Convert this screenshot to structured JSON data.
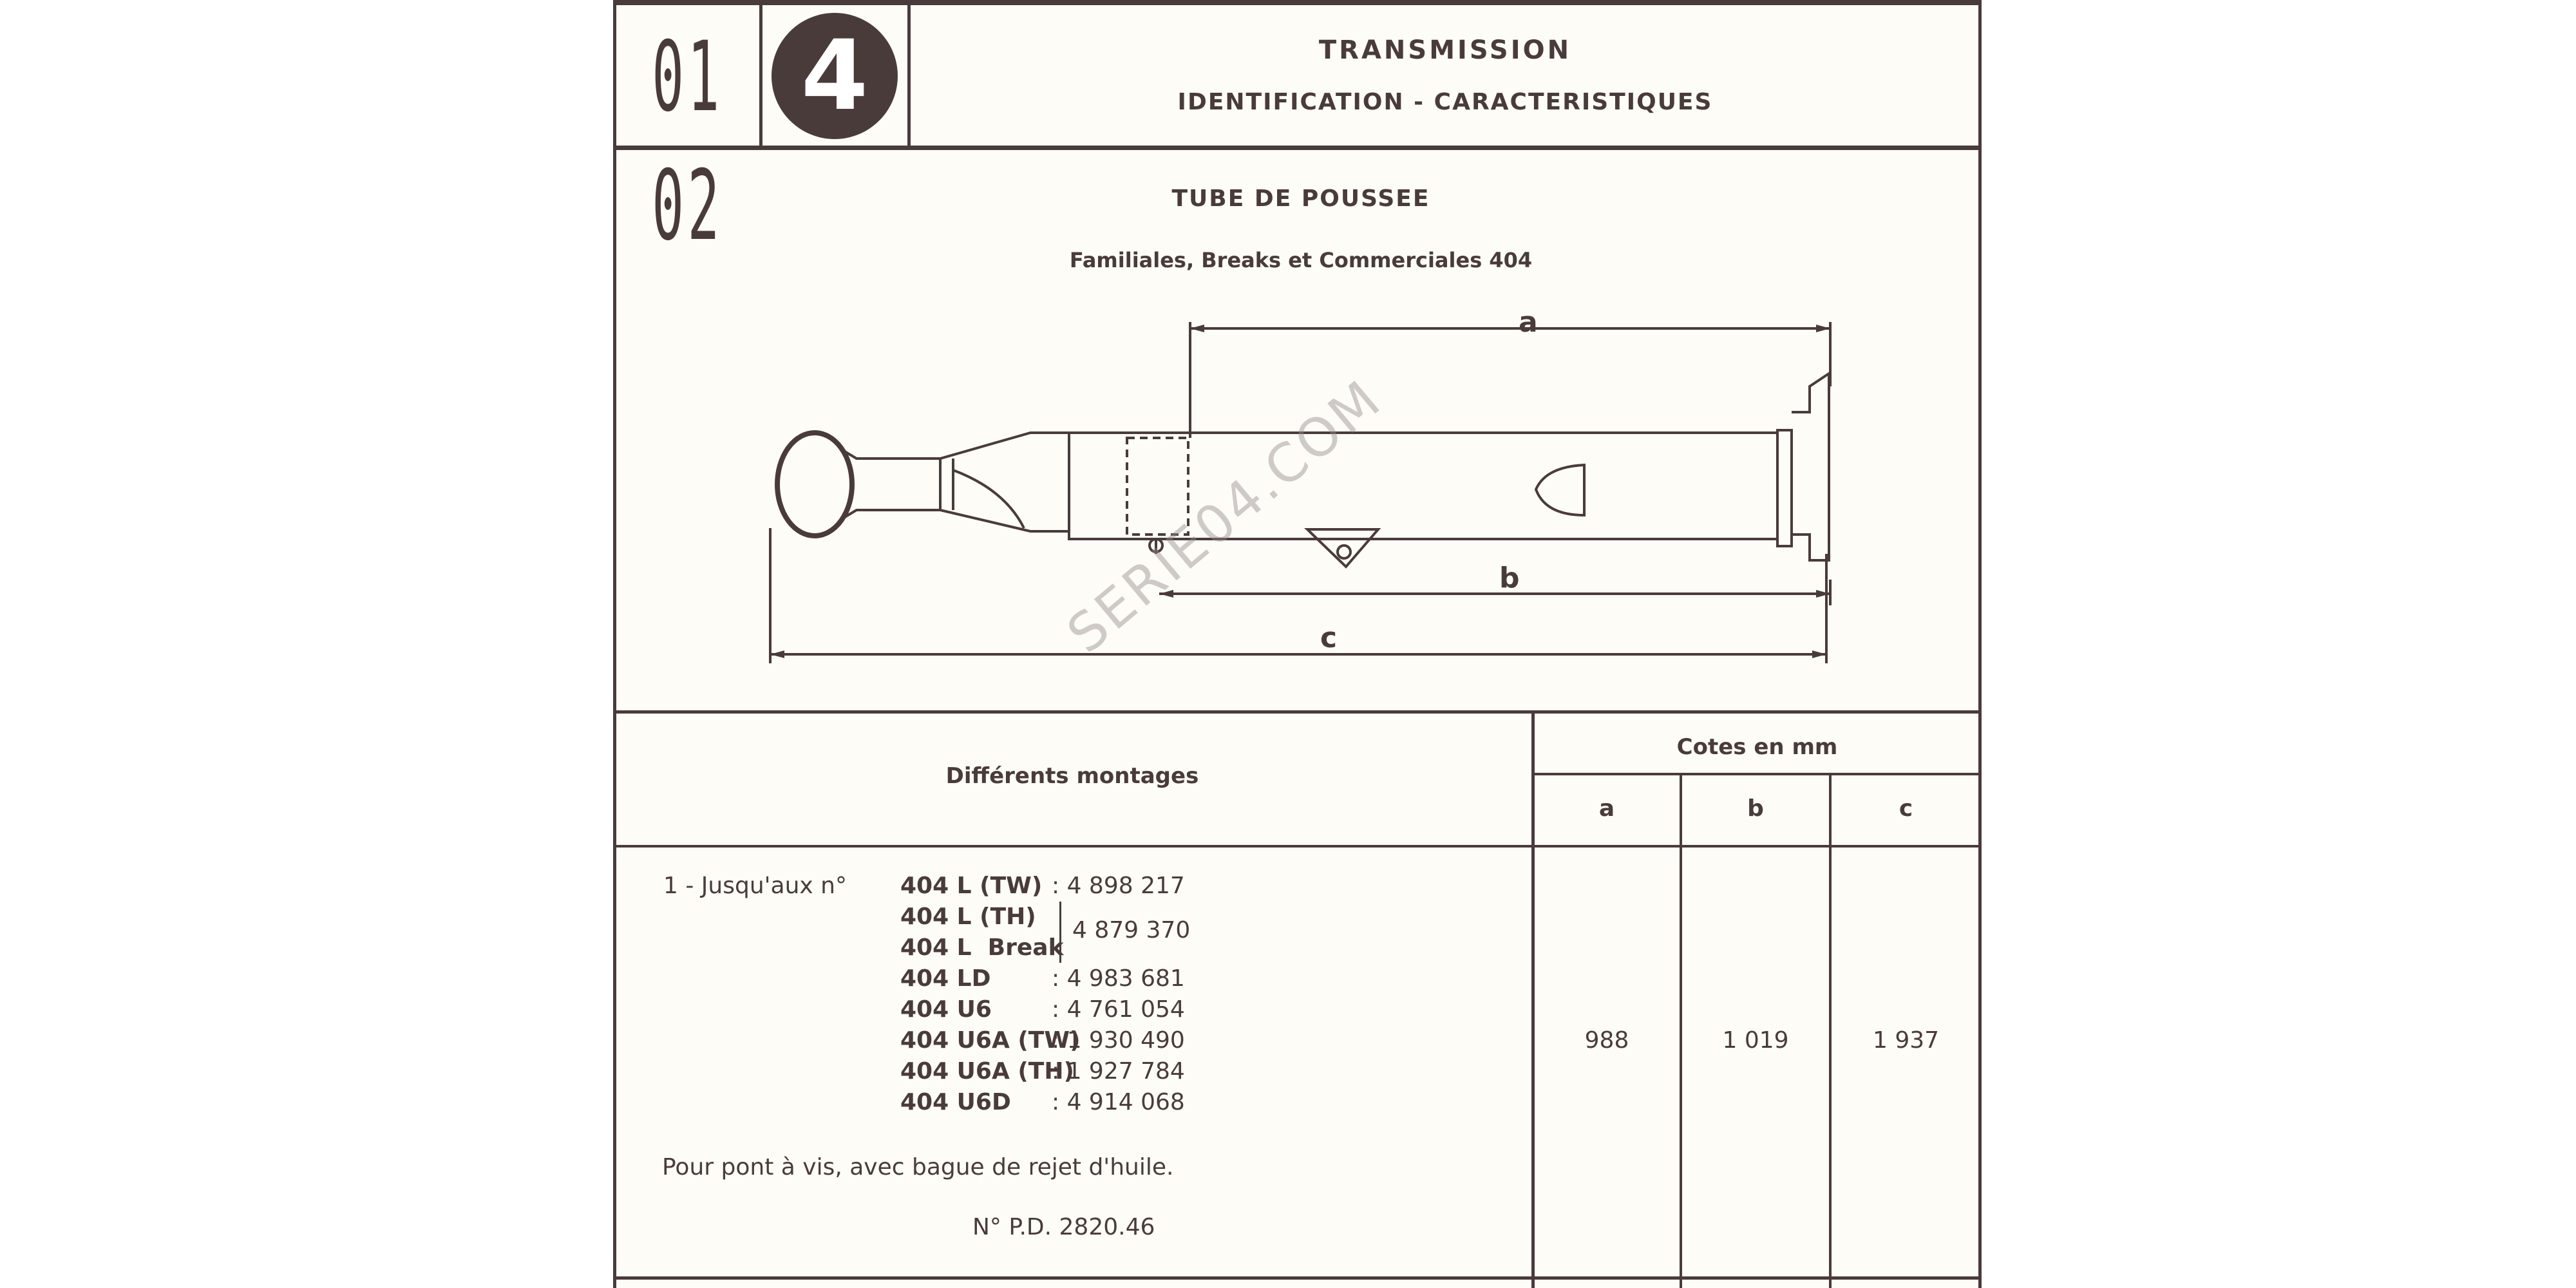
{
  "header": {
    "section_code": "01 02",
    "chapter_number": "4",
    "title": "TRANSMISSION",
    "subtitle": "IDENTIFICATION - CARACTERISTIQUES"
  },
  "figure": {
    "title": "TUBE DE POUSSEE",
    "caption": "Familiales, Breaks et Commerciales 404",
    "dimension_labels": [
      "a",
      "b",
      "c"
    ]
  },
  "watermark": "SERIE04.COM",
  "table": {
    "col_mountings": "Différents montages",
    "col_dimensions": "Cotes en mm",
    "dim_headers": [
      "a",
      "b",
      "c"
    ],
    "rows": [
      {
        "prefix": "1 - Jusqu'aux n°",
        "models": [
          {
            "model": "404 L (TW)",
            "serial": ": 4 898 217"
          },
          {
            "model": "404 L (TH)",
            "serial": ""
          },
          {
            "model": "404 L  Break",
            "serial": ""
          },
          {
            "model": "404 LD",
            "serial": ": 4 983 681"
          },
          {
            "model": "404 U6",
            "serial": ": 4 761 054"
          },
          {
            "model": "404 U6A (TW)",
            "serial": ": 1 930 490"
          },
          {
            "model": "404 U6A (TH)",
            "serial": ": 1 927 784"
          },
          {
            "model": "404 U6D",
            "serial": ": 4 914 068"
          }
        ],
        "grouped_serial": "4 879 370",
        "note": "Pour pont à vis, avec bague de rejet d'huile.",
        "part_no": "N° P.D. 2820.46",
        "a": "988",
        "b": "1 019",
        "c": "1 937"
      }
    ]
  }
}
